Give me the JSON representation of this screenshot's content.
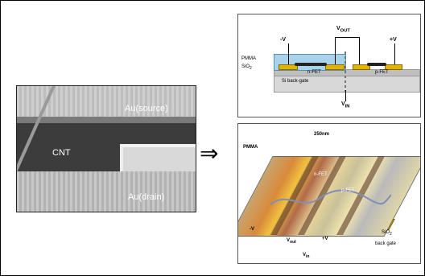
{
  "sem": {
    "label_source": "Au(source)",
    "label_cnt": "CNT",
    "label_drain": "Au(drain)"
  },
  "arrow": "⇒",
  "top_diagram": {
    "label_minus_v": "-V",
    "label_vout": "V",
    "label_vout_sub": "OUT",
    "label_plus_v": "+V",
    "label_pmma": "PMMA",
    "label_sio2": "SiO",
    "label_sio2_sub": "2",
    "label_nfet": "n-FET",
    "label_pfet": "p-FET",
    "label_si": "Si back-gate",
    "label_vin": "V",
    "label_vin_sub": "IN"
  },
  "bottom_diagram": {
    "label_250nm": "250nm",
    "label_pmma": "PMMA",
    "label_nfet": "n-FET",
    "label_pfet": "p-FET",
    "label_minus_v": "-V",
    "label_vout": "V",
    "label_vout_sub": "out",
    "label_plus_v": "+V",
    "label_vin": "V",
    "label_vin_sub": "in",
    "label_sio2": "SiO",
    "label_sio2_sub": "2",
    "label_back_gate": "back gate"
  },
  "colors": {
    "gold": "#e0b400",
    "pmma_blue": "#a9d3ea",
    "silicon_gray": "#d8d8d8",
    "nanotube_blue": "#7f8fb6"
  }
}
